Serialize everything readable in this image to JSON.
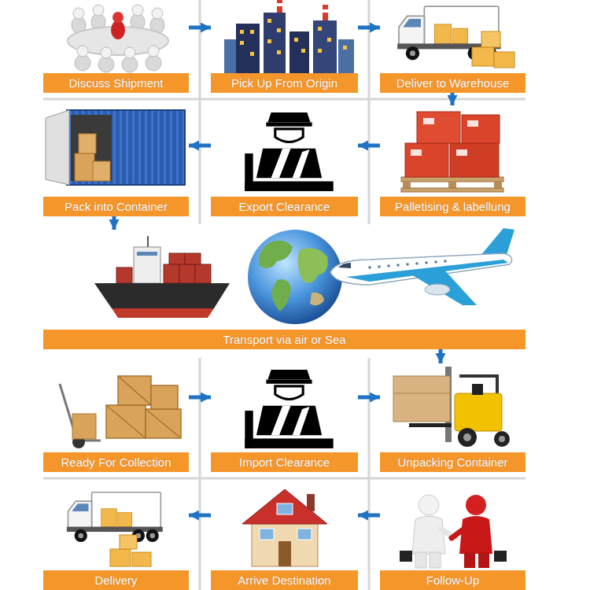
{
  "diagram": {
    "nodes": [
      {
        "text": [
          "Discuss Shipment"
        ]
      },
      {
        "text": [
          "Pick Up From Origin"
        ]
      },
      {
        "text": [
          "Deliver to Warehouse"
        ]
      },
      {
        "text": [
          "Pack into Container"
        ]
      },
      {
        "text": [
          "Export Clearance"
        ]
      },
      {
        "text": [
          "Palletising & labellung"
        ]
      },
      {
        "text": [
          "Transport via air or Sea"
        ]
      },
      {
        "text": [
          "Ready For Collection"
        ]
      },
      {
        "text": [
          "Import Clearance"
        ]
      },
      {
        "text": [
          "Unpacking Container"
        ]
      },
      {
        "text": [
          "Delivery"
        ]
      },
      {
        "text": [
          "Arrive Destination"
        ]
      },
      {
        "text": [
          "Follow-Up"
        ]
      }
    ],
    "edges": [
      {
        "from": 0,
        "to": 1,
        "arrow": "to"
      },
      {
        "from": 1,
        "to": 2,
        "arrow": "to"
      },
      {
        "from": 2,
        "to": 5,
        "arrow": "to"
      },
      {
        "from": 5,
        "to": 4,
        "arrow": "to"
      },
      {
        "from": 4,
        "to": 3,
        "arrow": "to"
      },
      {
        "from": 3,
        "to": 6,
        "arrow": "to"
      },
      {
        "from": 6,
        "to": 9,
        "arrow": "to"
      },
      {
        "from": 7,
        "to": 8,
        "arrow": "to"
      },
      {
        "from": 8,
        "to": 9,
        "arrow": "to"
      },
      {
        "from": 12,
        "to": 11,
        "arrow": "to"
      },
      {
        "from": 11,
        "to": 10,
        "arrow": "to"
      }
    ]
  }
}
